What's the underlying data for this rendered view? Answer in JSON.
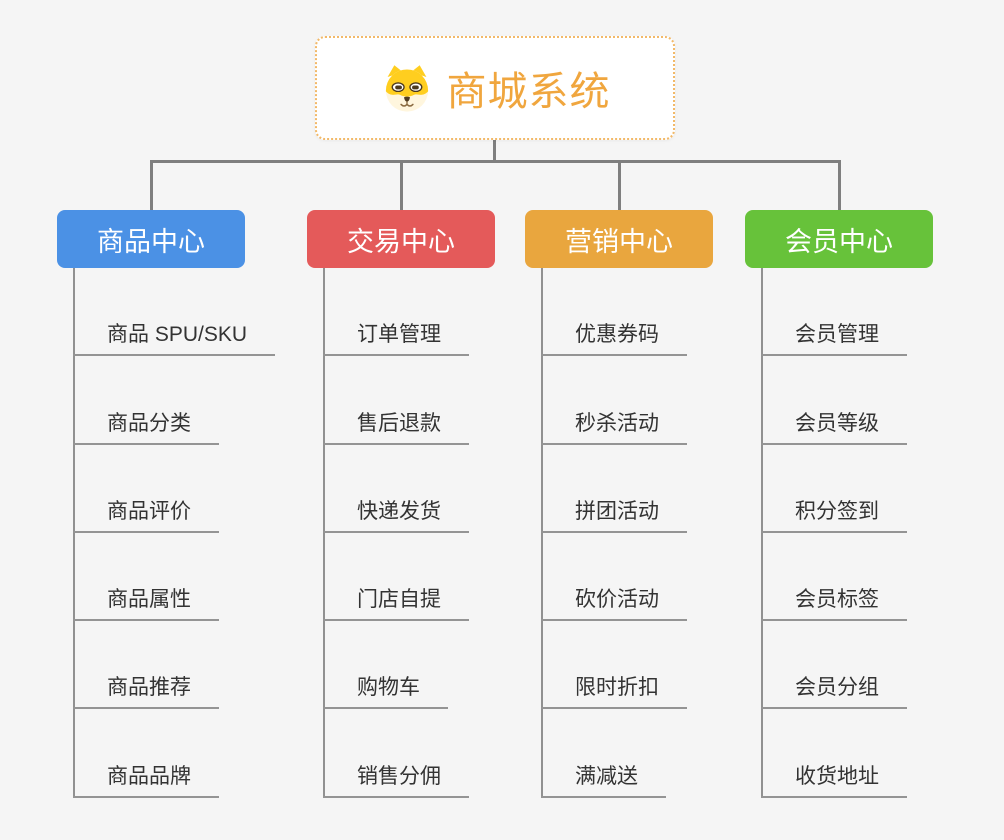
{
  "app": {
    "type": "mindmap",
    "background_color": "#f5f5f5",
    "connector_color": "#7f7f7f",
    "child_line_color": "#949494"
  },
  "root": {
    "title": "商城系统",
    "icon": "shiba-dog-face-icon",
    "title_color": "#f0a63e",
    "border_color": "#f2b969"
  },
  "branches": [
    {
      "label": "商品中心",
      "color": "#4b91e5",
      "children": [
        "商品 SPU/SKU",
        "商品分类",
        "商品评价",
        "商品属性",
        "商品推荐",
        "商品品牌"
      ]
    },
    {
      "label": "交易中心",
      "color": "#e45a5a",
      "children": [
        "订单管理",
        "售后退款",
        "快递发货",
        "门店自提",
        "购物车",
        "销售分佣"
      ]
    },
    {
      "label": "营销中心",
      "color": "#e9a63e",
      "children": [
        "优惠券码",
        "秒杀活动",
        "拼团活动",
        "砍价活动",
        "限时折扣",
        "满减送"
      ]
    },
    {
      "label": "会员中心",
      "color": "#67c23a",
      "children": [
        "会员管理",
        "会员等级",
        "积分签到",
        "会员标签",
        "会员分组",
        "收货地址"
      ]
    }
  ]
}
